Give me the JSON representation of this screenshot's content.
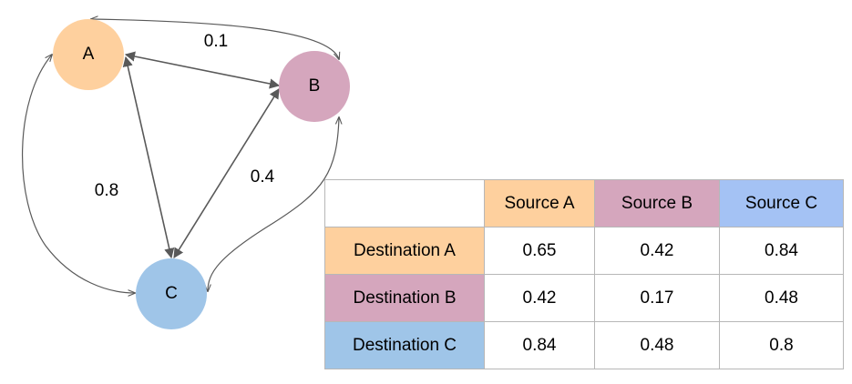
{
  "nodes": [
    {
      "id": "A",
      "label": "A",
      "color": "#fed09e"
    },
    {
      "id": "B",
      "label": "B",
      "color": "#d5a6bd"
    },
    {
      "id": "C",
      "label": "C",
      "color": "#9fc5e8"
    }
  ],
  "edge_labels": {
    "ab": "0.1",
    "ac": "0.8",
    "bc": "0.4"
  },
  "table": {
    "headers": [
      "Source A",
      "Source B",
      "Source C"
    ],
    "header_colors": [
      "#fed09e",
      "#d5a6bd",
      "#a4c2f4"
    ],
    "rows": [
      {
        "label": "Destination A",
        "color": "#fed09e",
        "values": [
          "0.65",
          "0.42",
          "0.84"
        ]
      },
      {
        "label": "Destination B",
        "color": "#d5a6bd",
        "values": [
          "0.42",
          "0.17",
          "0.48"
        ]
      },
      {
        "label": "Destination C",
        "color": "#9fc5e8",
        "values": [
          "0.84",
          "0.48",
          "0.8"
        ]
      }
    ]
  }
}
